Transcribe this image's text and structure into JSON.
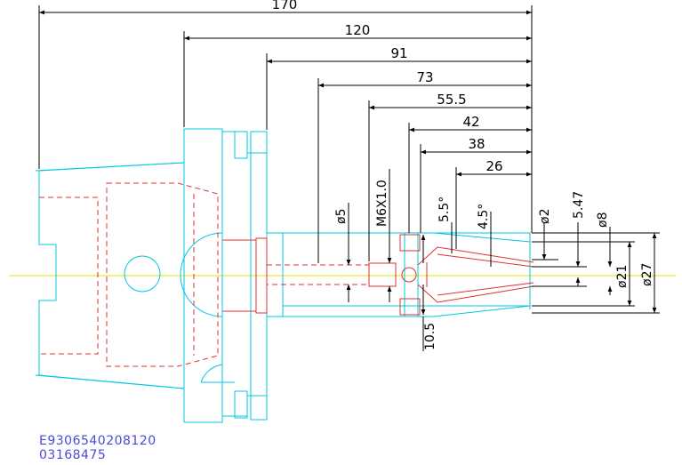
{
  "drawing": {
    "colors": {
      "outline": "#00c8e0",
      "hidden": "#e03030",
      "dimension": "#000000",
      "centerline": "#e8e000",
      "code_text": "#4a4ad8"
    },
    "length_dims": [
      "170",
      "120",
      "91",
      "73",
      "55.5",
      "42",
      "38",
      "26"
    ],
    "feature_labels": {
      "bore": "ø5",
      "thread": "M6X1.0",
      "angle_outer": "5.5°",
      "angle_inner": "4.5°",
      "tip_bore": "ø2",
      "offset": "5.47",
      "dia_small": "ø8",
      "dia_mid": "ø21",
      "dia_large": "ø27",
      "gap": "10.5"
    }
  },
  "codes": {
    "line1": "E9306540208120",
    "line2": "03168475"
  }
}
